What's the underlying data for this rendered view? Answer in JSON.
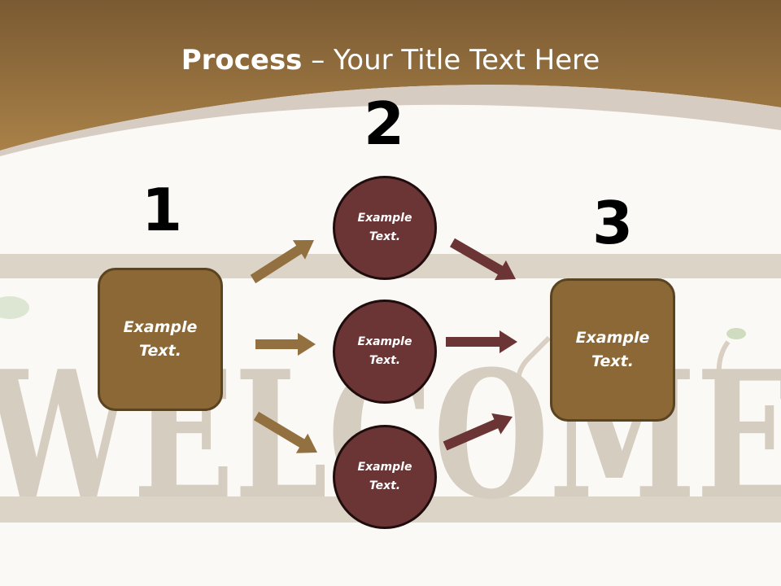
{
  "slide": {
    "title_strong": "Process",
    "title_rest": " – Your Title Text Here",
    "background_word": "WELCOME",
    "colors": {
      "header_brown": "#8e6a3c",
      "box_brown": "#8b6836",
      "circle_maroon": "#6b3535",
      "arrow_brown": "#93703f",
      "arrow_maroon": "#6b3535"
    }
  },
  "steps": {
    "step1": {
      "number": "1",
      "box_label": "Example\nText."
    },
    "step2": {
      "number": "2",
      "circles": [
        "Example\nText.",
        "Example\nText.",
        "Example\nText."
      ]
    },
    "step3": {
      "number": "3",
      "box_label": "Example\nText."
    }
  }
}
